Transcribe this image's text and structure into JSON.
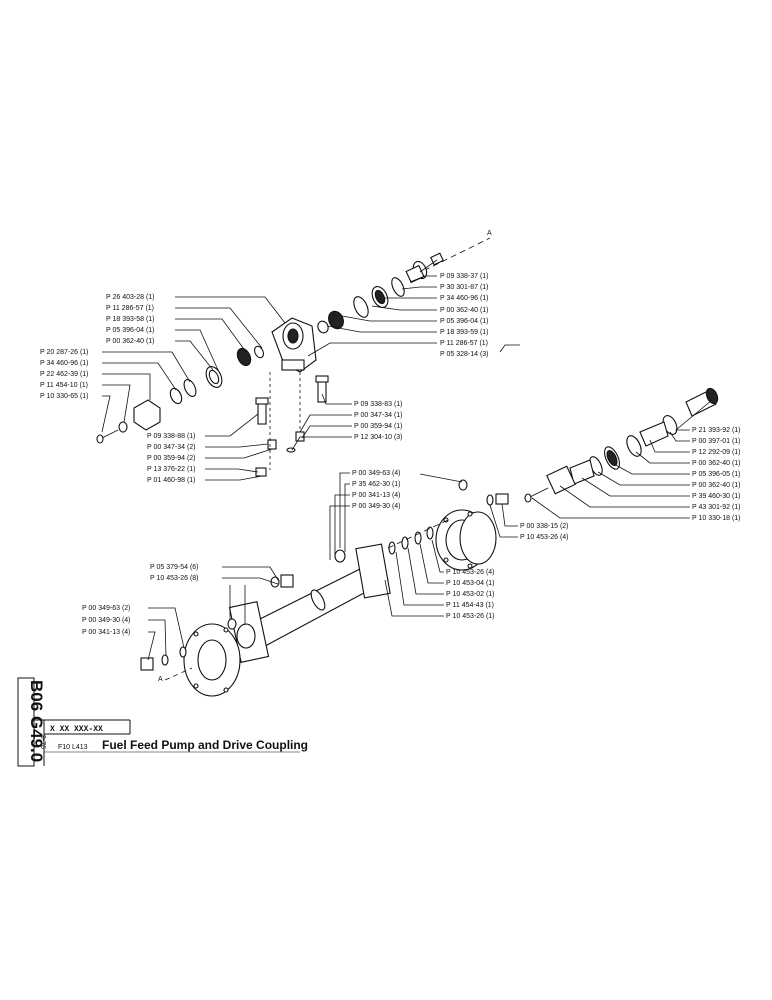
{
  "title": "Fuel Feed Pump and Drive Coupling",
  "model_prefix": "F10 L413",
  "sheet_code": "X XX XXX-XX",
  "date": "9-76",
  "side_code": "B06 G49.0",
  "marker_a": "A",
  "labels": {
    "top_right": [
      "P 09 338-37 (1)",
      "P 30 301-87 (1)",
      "P 34 460-96 (1)",
      "P 00 362-40 (1)",
      "P 05 396-04 (1)",
      "P 18 393-59 (1)",
      "P 11 286-57 (1)",
      "P 05 328-14 (3)"
    ],
    "top_left": [
      "P 26 403-28 (1)",
      "P 11 286-57 (1)",
      "P 18 393-58 (1)",
      "P 05 396-04 (1)",
      "P 00 362-40 (1)"
    ],
    "far_left": [
      "P 20 287-26 (1)",
      "P 34 460-96 (1)",
      "P 22 462-39 (1)",
      "P 11 454-10 (1)",
      "P 10 330-65 (1)"
    ],
    "mid_right": [
      "P 09 338-83 (1)",
      "P 00 347-34 (1)",
      "P 00 359-94 (1)",
      "P 12 304-10 (3)"
    ],
    "mid_left": [
      "P 09 338-88 (1)",
      "P 00 347-34 (2)",
      "P 00 359-94 (2)",
      "P 13 376-22 (1)",
      "P 01 460-98 (1)"
    ],
    "far_right": [
      "P 21 393-92 (1)",
      "P 00 397-01 (1)",
      "P 12 292-09 (1)",
      "P 00 362-40 (1)",
      "P 05 396-05 (1)",
      "P 00 362-40 (1)",
      "P 39 460-30 (1)",
      "P 43 301-92 (1)",
      "P 10 330-18 (1)"
    ],
    "center_top": [
      "P 00 349-63 (4)",
      "P 35 462-30 (1)",
      "P 00 341-13 (4)",
      "P 00 349-30 (4)"
    ],
    "center_right": [
      "P 00 338-15 (2)",
      "P 10 453-26 (4)"
    ],
    "center_bottom": [
      "P 10 453-26 (4)",
      "P 10 453-04 (1)",
      "P 10 453-02 (1)",
      "P 11 454-43 (1)",
      "P 10 453-26 (1)"
    ],
    "bottom_left_top": [
      "P 05 379-54 (6)",
      "P 10 453-26 (8)"
    ],
    "bottom_left": [
      "P 00 349-63 (2)",
      "P 00 349-30 (4)",
      "P 00 341-13 (4)"
    ]
  }
}
